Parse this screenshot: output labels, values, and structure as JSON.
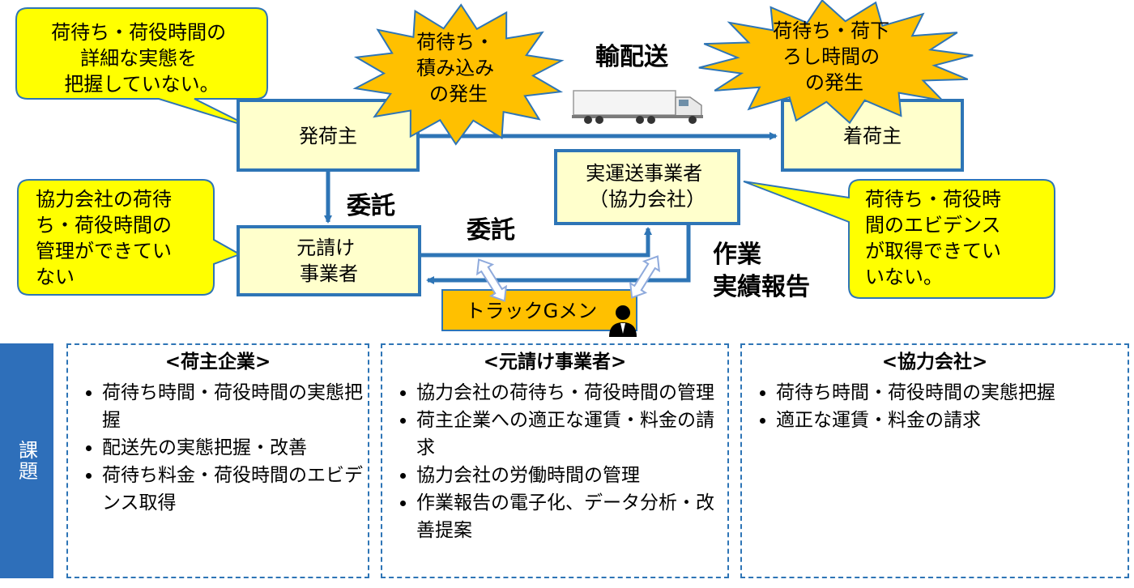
{
  "nodes": {
    "shipper": "発荷主",
    "receiver": "着荷主",
    "carrier_line1": "実運送事業者",
    "carrier_line2": "（協力会社）",
    "prime_line1": "元請け",
    "prime_line2": "事業者",
    "gmen": "トラックGメン"
  },
  "callouts": {
    "shipper": [
      "荷待ち・荷役時間の",
      "詳細な実態を",
      "把握していない。"
    ],
    "prime": [
      "協力会社の荷待",
      "ち・荷役時間の",
      "管理ができてい",
      "ない"
    ],
    "carrier": [
      "荷待ち・荷役時",
      "間のエビデンス",
      "が取得できてい",
      "いない。"
    ]
  },
  "bursts": {
    "loading": [
      "荷待ち・",
      "積み込み",
      "の発生"
    ],
    "unloading": [
      "荷待ち・荷下",
      "ろし時間の",
      "の発生"
    ]
  },
  "labels": {
    "delivery": "輸配送",
    "consign_1": "委託",
    "consign_2": "委託",
    "report_1": "作業",
    "report_2": "実績報告"
  },
  "icons": {
    "truck": "truck-icon",
    "person": "inspector-person-icon"
  },
  "colors": {
    "box_fill": "#ffffcc",
    "box_border": "#2e75b6",
    "callout_fill": "#ffff00",
    "burst_fill": "#ffc000",
    "gmen_fill": "#ffc000",
    "sidebar": "#2e6fba"
  },
  "sidebar_label": "課題",
  "panels": [
    {
      "title": "<荷主企業>",
      "items": [
        "荷待ち時間・荷役時間の実態把握",
        "配送先の実態把握・改善",
        "荷待ち料金・荷役時間のエビデンス取得"
      ]
    },
    {
      "title": "<元請け事業者>",
      "items": [
        "協力会社の荷待ち・荷役時間の管理",
        "荷主企業への適正な運賃・料金の請求",
        "協力会社の労働時間の管理",
        "作業報告の電子化、データ分析・改善提案"
      ]
    },
    {
      "title": "<協力会社>",
      "items": [
        "荷待ち時間・荷役時間の実態把握",
        "適正な運賃・料金の請求"
      ]
    }
  ]
}
